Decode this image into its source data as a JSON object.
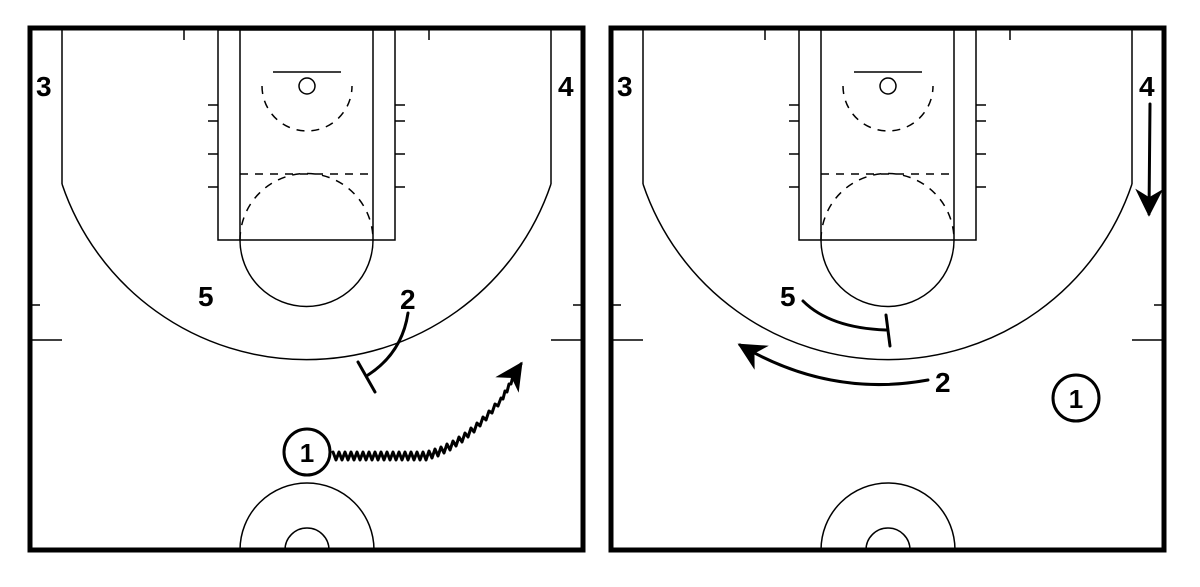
{
  "panels": [
    {
      "id": "left",
      "players": {
        "p1": "1",
        "p2": "2",
        "p3": "3",
        "p4": "4",
        "p5": "5"
      }
    },
    {
      "id": "right",
      "players": {
        "p1": "1",
        "p2": "2",
        "p3": "3",
        "p4": "4",
        "p5": "5"
      }
    }
  ],
  "legend": {
    "dribble": "wavy-line-arrow",
    "cut": "solid-arrow",
    "screen": "line-ending-in-bar"
  }
}
